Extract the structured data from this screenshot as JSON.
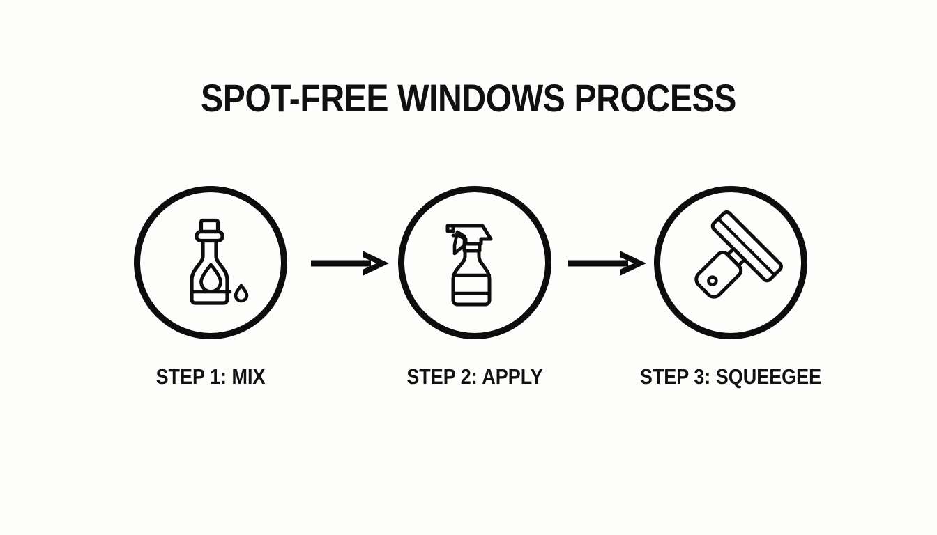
{
  "page": {
    "title": "SPOT-FREE WINDOWS PROCESS",
    "background_color": "#fdfdfc",
    "ink_color": "#0d0d0d"
  },
  "diagram": {
    "type": "process-flow",
    "orientation": "horizontal",
    "step_count": 3,
    "steps": [
      {
        "number": "1",
        "label": "STEP 1: MIX",
        "icon": "solution-bottle-with-droplet-icon"
      },
      {
        "number": "2",
        "label": "STEP 2: APPLY",
        "icon": "spray-bottle-icon"
      },
      {
        "number": "3",
        "label": "STEP 3: SQUEEGEE",
        "icon": "squeegee-icon"
      }
    ],
    "connectors": [
      {
        "icon": "arrow-right-icon",
        "from": "STEP 1: MIX",
        "to": "STEP 2: APPLY"
      },
      {
        "icon": "arrow-right-icon",
        "from": "STEP 2: APPLY",
        "to": "STEP 3: SQUEEGEE"
      }
    ]
  }
}
